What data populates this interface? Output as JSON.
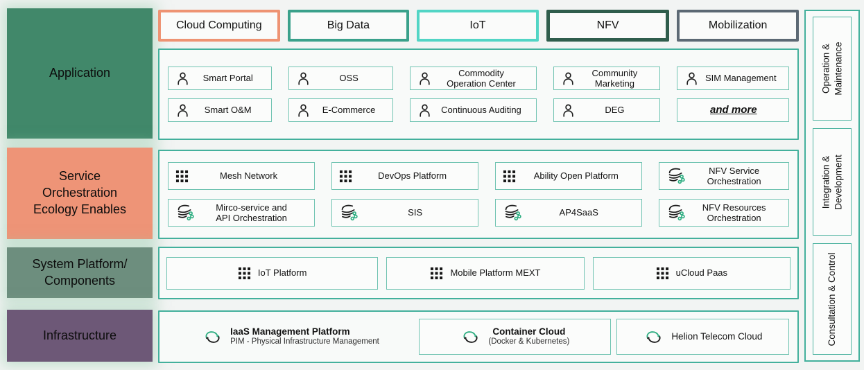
{
  "layers": [
    {
      "label": "Application",
      "color": "#41886a"
    },
    {
      "label": "Service\nOrchestration\nEcology Enables",
      "color": "#ee9477"
    },
    {
      "label": "System Platform/\nComponents",
      "color": "#6d8e7e"
    },
    {
      "label": "Infrastructure",
      "color": "#6d5877"
    }
  ],
  "tabs": [
    {
      "label": "Cloud Computing",
      "border": "#ee9373"
    },
    {
      "label": "Big Data",
      "border": "#3aa18b"
    },
    {
      "label": "IoT",
      "border": "#52d5c5"
    },
    {
      "label": "NFV",
      "border": "#2f5d4c"
    },
    {
      "label": "Mobilization",
      "border": "#5c6974"
    }
  ],
  "application": {
    "items": [
      {
        "label": "Smart Portal",
        "icon": "user-icon"
      },
      {
        "label": "OSS",
        "icon": "user-icon"
      },
      {
        "label": "Commodity\nOperation Center",
        "icon": "user-icon"
      },
      {
        "label": "Community\nMarketing",
        "icon": "user-icon"
      },
      {
        "label": "SIM Management",
        "icon": "user-icon"
      },
      {
        "label": "Smart O&M",
        "icon": "user-icon"
      },
      {
        "label": "E-Commerce",
        "icon": "user-icon"
      },
      {
        "label": "Continuous Auditing",
        "icon": "user-icon"
      },
      {
        "label": "DEG",
        "icon": "user-icon"
      },
      {
        "label": "and more",
        "icon": "none"
      }
    ]
  },
  "service_orchestration": {
    "items": [
      {
        "label": "Mesh Network",
        "icon": "grid-icon"
      },
      {
        "label": "DevOps Platform",
        "icon": "grid-icon"
      },
      {
        "label": "Ability Open Platform",
        "icon": "grid-icon"
      },
      {
        "label": "NFV Service\nOrchestration",
        "icon": "orchestration-flow-icon"
      },
      {
        "label": "Mirco-service and\nAPI Orchestration",
        "icon": "orchestration-flow-icon"
      },
      {
        "label": "SIS",
        "icon": "orchestration-flow-icon"
      },
      {
        "label": "AP4SaaS",
        "icon": "orchestration-flow-icon"
      },
      {
        "label": "NFV Resources\nOrchestration",
        "icon": "orchestration-flow-icon"
      }
    ]
  },
  "system_platform": {
    "items": [
      {
        "label": "IoT Platform",
        "icon": "grid-icon"
      },
      {
        "label": "Mobile Platform MEXT",
        "icon": "grid-icon"
      },
      {
        "label": "uCloud Paas",
        "icon": "grid-icon"
      }
    ]
  },
  "infrastructure": {
    "items": [
      {
        "title": "IaaS Management Platform",
        "subtitle": "PIM - Physical Infrastructure Management",
        "icon": "cloud-sync-icon"
      },
      {
        "title": "Container Cloud",
        "subtitle": "(Docker & Kubernetes)",
        "icon": "cloud-sync-icon"
      },
      {
        "title": "Helion Telecom Cloud",
        "subtitle": "",
        "icon": "cloud-sync-icon"
      }
    ]
  },
  "sidebar": {
    "items": [
      {
        "label": "Operation &\nMaintenance"
      },
      {
        "label": "Integration &\nDevelopment"
      },
      {
        "label": "Consultation & Control"
      }
    ]
  },
  "palette": {
    "page_bg": "#f2f4f3",
    "panel_border": "#43b09c",
    "item_border": "#6fc3b1",
    "icon_green": "#2fae82"
  }
}
